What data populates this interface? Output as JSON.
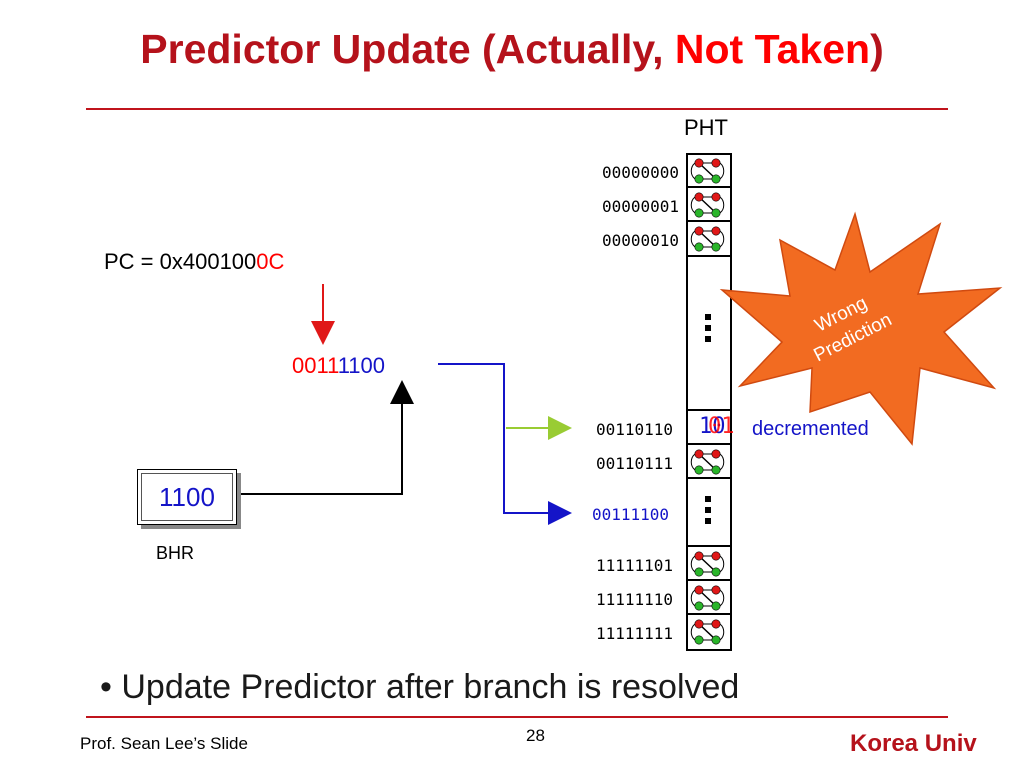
{
  "slide": {
    "title_part1": "Predictor Update (Actually, ",
    "title_part2": "Not Taken",
    "title_part3": ")",
    "pht_label": "PHT",
    "pc_prefix": "PC = 0x400100",
    "pc_suffix": "0C",
    "index_red": "0011",
    "index_blue": "1100",
    "bhr_value": "1100",
    "bhr_label": "BHR",
    "pht_entries_top": [
      "00000000",
      "00000001",
      "00000010"
    ],
    "pht_entry_updated": "00110110",
    "pht_entry_next": "00110111",
    "pht_entry_target": "00111100",
    "pht_entries_bottom": [
      "11111101",
      "11111110",
      "11111111"
    ],
    "counter_old": "10",
    "counter_new": "01",
    "decremented_label": "decremented",
    "burst_line1": "Wrong",
    "burst_line2": "Prediction",
    "bullet_text": "Update Predictor after branch is resolved",
    "footer_left": "Prof. Sean Lee’s Slide",
    "page_number": "28",
    "footer_right": "Korea Univ"
  },
  "colors": {
    "title": "#b5121b",
    "accent_red": "#ff0000",
    "accent_blue": "#1414c8",
    "arrow_green": "#99cc33",
    "burst_fill": "#f26b21"
  }
}
